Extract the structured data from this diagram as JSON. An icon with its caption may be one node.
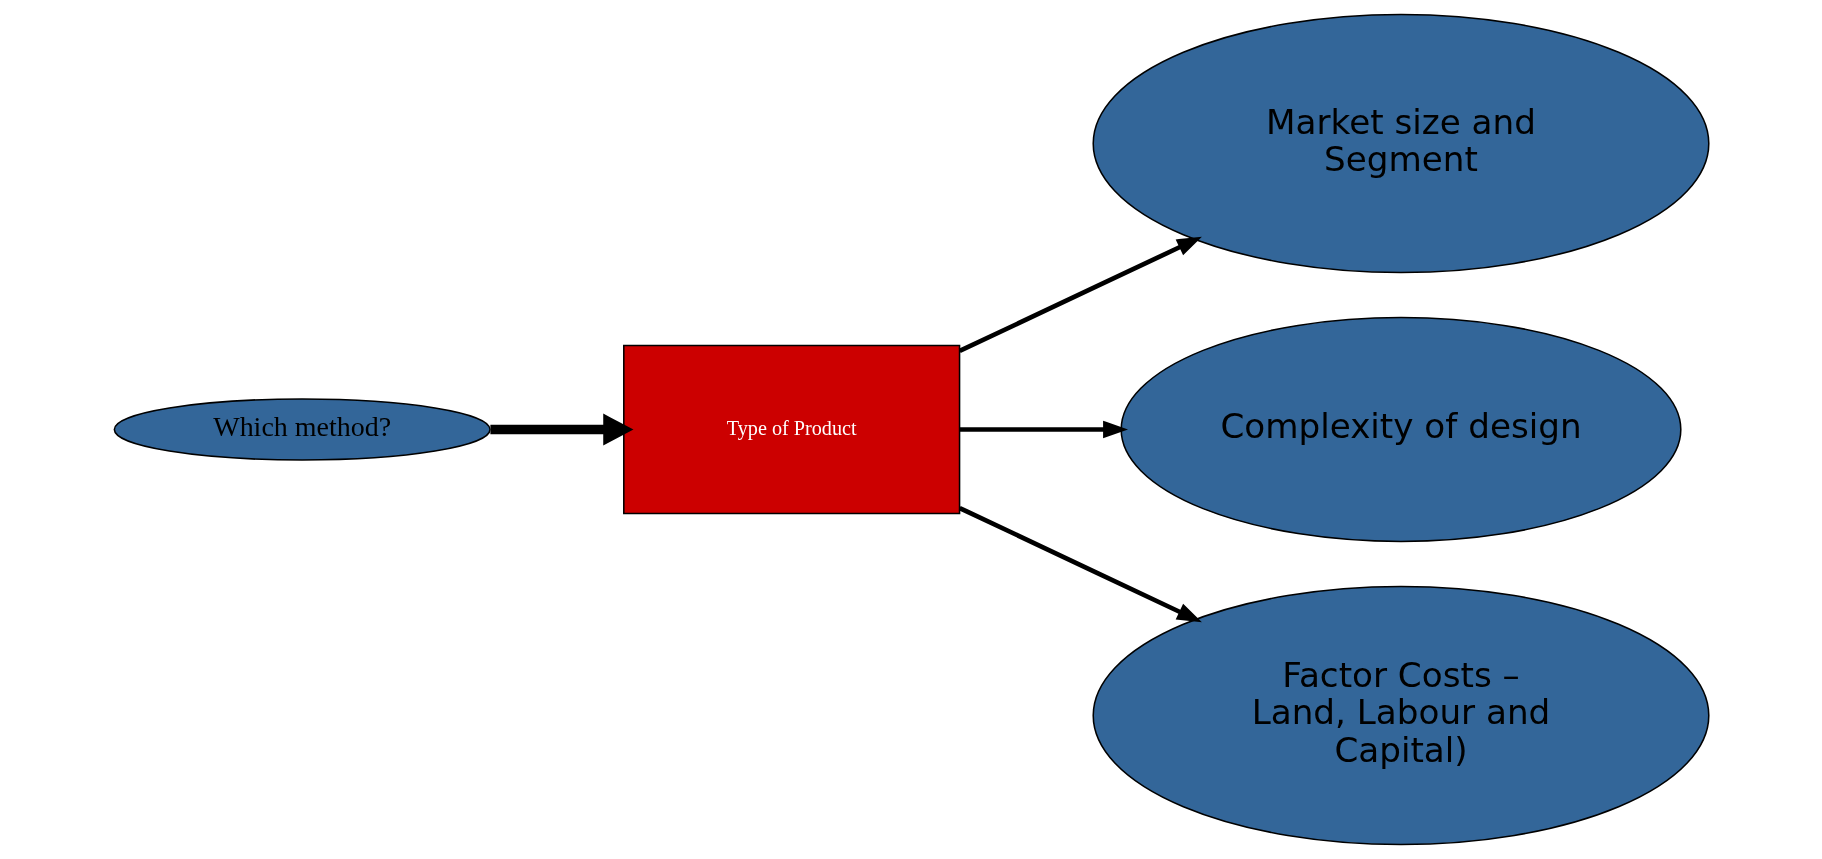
{
  "diagram": {
    "nodes": [
      {
        "text": [
          "Which method?"
        ]
      },
      {
        "text": [
          "Type of Product"
        ]
      },
      {
        "text": [
          "Market size and Segment"
        ]
      },
      {
        "text": [
          "Complexity of design"
        ]
      },
      {
        "text": [
          "Factor Costs – Land, Labour and Capital)"
        ]
      }
    ],
    "edges": [
      {
        "from": 0,
        "to": 1,
        "arrow": "to",
        "style": "thick"
      },
      {
        "from": 1,
        "to": 2,
        "arrow": "to"
      },
      {
        "from": 1,
        "to": 3,
        "arrow": "to"
      },
      {
        "from": 1,
        "to": 4,
        "arrow": "to"
      }
    ]
  }
}
